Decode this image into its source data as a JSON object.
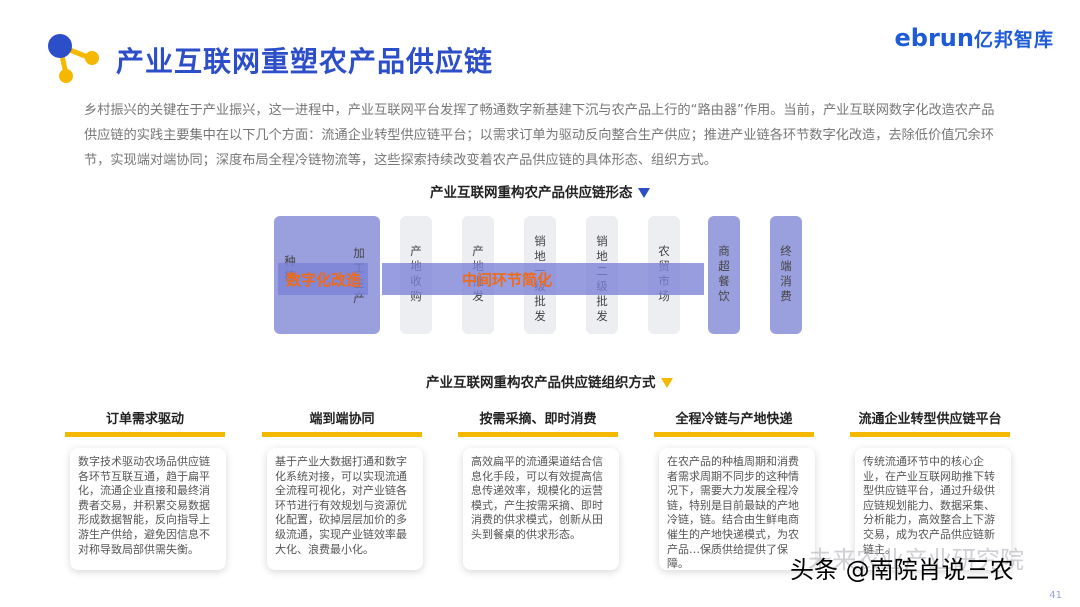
{
  "header": {
    "title": "产业互联网重塑农产品供应链",
    "brand_latin": "ebrun",
    "brand_cn": "亿邦智库"
  },
  "intro": "乡村振兴的关键在于产业振兴，这一进程中，产业互联网平台发挥了畅通数字新基建下沉与农产品上行的“路由器”作用。当前，产业互联网数字化改造农产品供应链的实践主要集中在以下几个方面：流通企业转型供应链平台；以需求订单为驱动反向整合生产供应；推进产业链各环节数字化改造，去除低价值冗余环节，实现端对端协同；深度布局全程冷链物流等，这些探索持续改变着农产品供应链的具体形态、组织方式。",
  "chain_section": {
    "title": "产业互联网重构农产品供应链形态",
    "stages": [
      "种植",
      "加工生产",
      "产地收购",
      "产地批发",
      "销地一级批发",
      "销地二级批发",
      "农贸市场",
      "商超餐饮",
      "终端消费"
    ],
    "band_left": "数字化改造",
    "band_right": "中间环节简化"
  },
  "org_section": {
    "title": "产业互联网重构农产品供应链组织方式",
    "cards": [
      {
        "title": "订单需求驱动",
        "body": "数字技术驱动农场品供应链各环节互联互通，趋于扁平化，流通企业直接和最终消费者交易，并积累交易数据形成数据智能，反向指导上游生产供给，避免因信息不对称导致局部供需失衡。"
      },
      {
        "title": "端到端协同",
        "body": "基于产业大数据打通和数字化系统对接，可以实现流通全流程可视化，对产业链各环节进行有效规划与资源优化配置，砍掉层层加价的多级流通，实现产业链效率最大化、浪费最小化。"
      },
      {
        "title": "按需采摘、即时消费",
        "body": "高效扁平的流通渠道结合信息化手段，可以有效提高信息传递效率，规模化的运营模式，产生按需采摘、即时消费的供求模式，创新从田头到餐桌的供求形态。"
      },
      {
        "title": "全程冷链与产地快递",
        "body": "在农产品的种植周期和消费者需求周期不同步的这种情况下，需要大力发展全程冷链，特别是目前最缺的产地冷链，链。结合由生鲜电商催生的产地快递模式，为农产品…保质供给提供了保障。"
      },
      {
        "title": "流通企业转型供应链平台",
        "body": "传统流通环节中的核心企业，在产业互联网助推下转型供应链平台，通过升级供应链规划能力、数据采集、分析能力，高效整合上下游交易，成为农产品供应链新链主。"
      }
    ]
  },
  "watermark": "头条 @南院肖说三农",
  "watermark_bg": "未来农业产业研究院",
  "page_number": "41",
  "colors": {
    "title_blue": "#2d4ec9",
    "accent_yellow": "#f5b800",
    "band_purple": "#9aa0dd",
    "band_text": "#f06a18"
  }
}
